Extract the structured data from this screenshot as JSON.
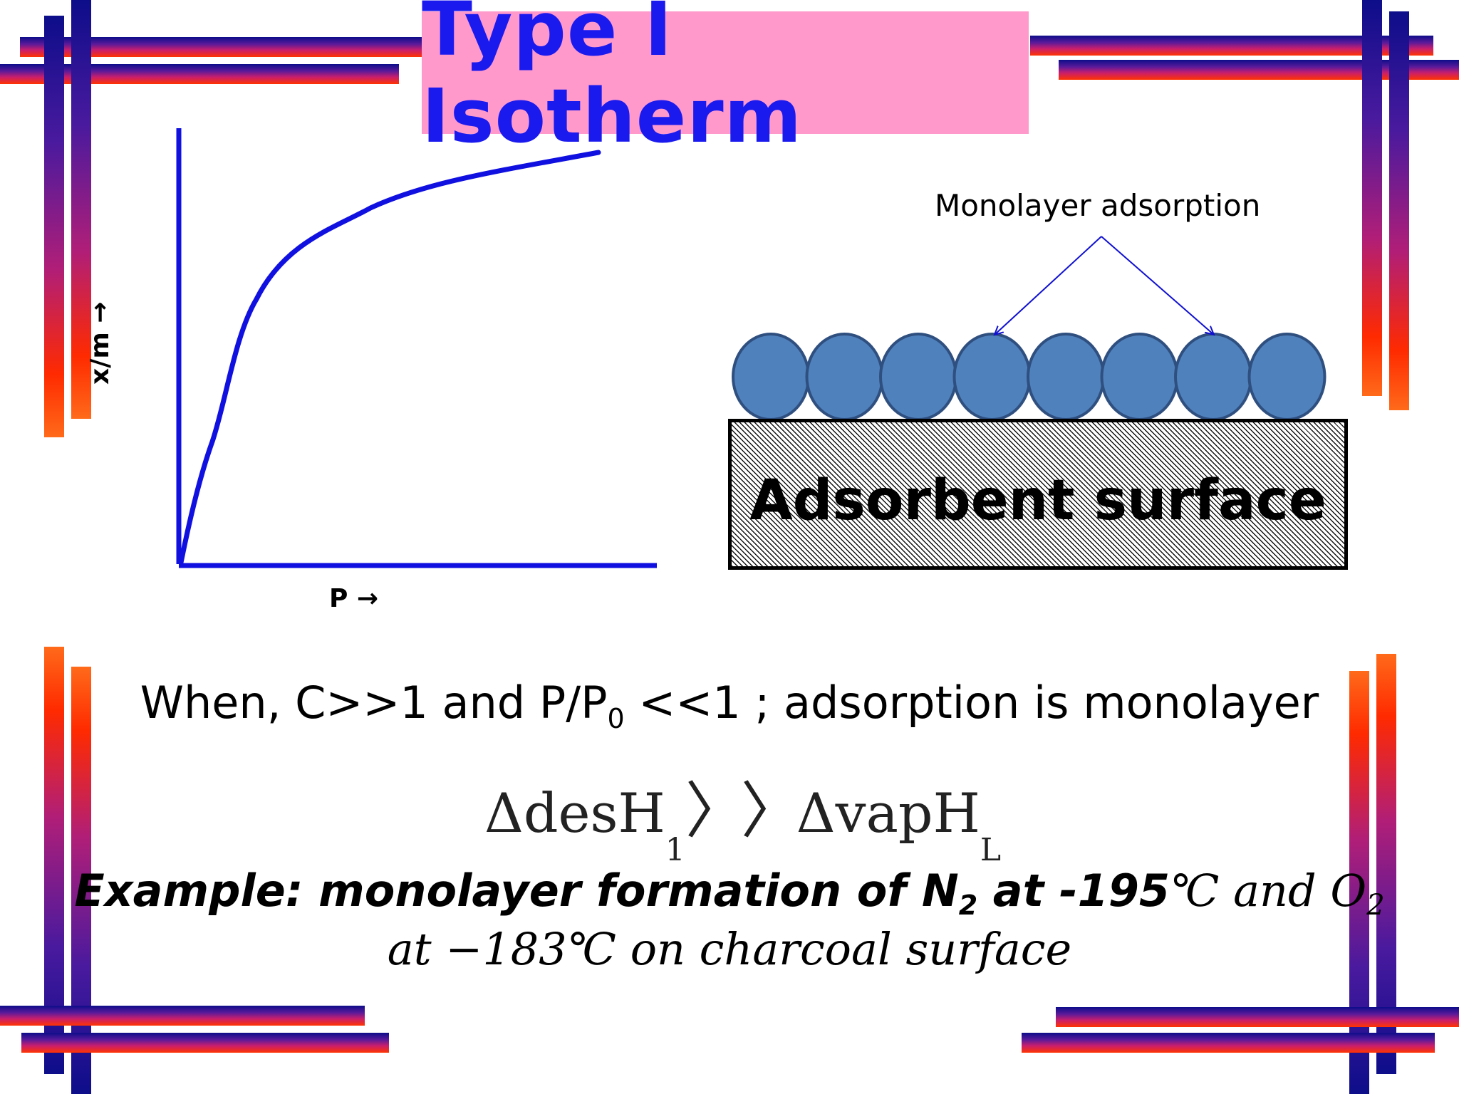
{
  "title": "Type I Isotherm",
  "graph": {
    "ylabel": "x/m →",
    "xlabel": "P →"
  },
  "diagram": {
    "monolayer_label": "Monolayer adsorption",
    "surface_label": "Adsorbent surface",
    "molecule_count": 8
  },
  "statement": {
    "pre": "When, C>>1 and P/P",
    "sub": "0",
    "post": " <<1 ; adsorption is monolayer"
  },
  "equation": {
    "lhs": "ΔdesH",
    "lhs_sub": "1",
    "op": "〉〉",
    "rhs": "ΔvapH",
    "rhs_sub": "L"
  },
  "example": {
    "bold_pre": "Example: monolayer formation of N",
    "bold_sub": "2",
    "bold_post": " at -195",
    "ital_1": "℃ and O",
    "ital_sub": "2",
    "line2": "at −183℃ on charcoal surface"
  },
  "colors": {
    "title_bg": "#ff99cc",
    "title_text": "#1a1aee",
    "curve": "#1010e0",
    "molecule_fill": "#4f81bd",
    "molecule_stroke": "#2f4f7f",
    "arrow": "#1010d0"
  }
}
